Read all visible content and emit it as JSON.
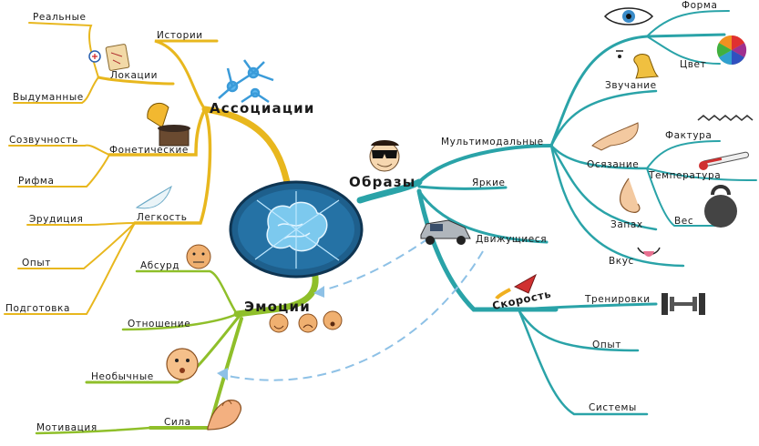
{
  "center": {
    "branches": {
      "associations": {
        "label": "Ассоциации",
        "children": {
          "stories": "Истории",
          "locations": "Локации",
          "real": "Реальные",
          "fictional": "Выдуманные",
          "phonetic": "Фонетические",
          "consonance": "Созвучность",
          "rhyme": "Рифма",
          "lightness": "Легкость",
          "erudition": "Эрудиция",
          "experience": "Опыт",
          "preparation": "Подготовка"
        }
      },
      "images": {
        "label": "Образы",
        "children": {
          "multimodal": "Мультимодальные",
          "vision": "Форма",
          "color": "Цвет",
          "sound": "Звучание",
          "touch": "Осязание",
          "texture": "Фактура",
          "temperature": "Температура",
          "weight": "Вес",
          "smell": "Запах",
          "taste": "Вкус",
          "bright": "Яркие",
          "moving": "Движущиеся"
        }
      },
      "speed": {
        "label": "Скорость",
        "children": {
          "training": "Тренировки",
          "experience": "Опыт",
          "systems": "Системы"
        }
      },
      "emotions": {
        "label": "Эмоции",
        "children": {
          "absurd": "Абсурд",
          "attitude": "Отношение",
          "unusual": "Необычные",
          "strength": "Сила",
          "motivation": "Мотивация"
        }
      }
    }
  },
  "colors": {
    "associations": "#e8b71e",
    "images": "#2aa3a8",
    "emotions": "#8fbf2a",
    "brain_fill": "#1e5f8c",
    "dashed_arrows": "#8ec1e6"
  }
}
